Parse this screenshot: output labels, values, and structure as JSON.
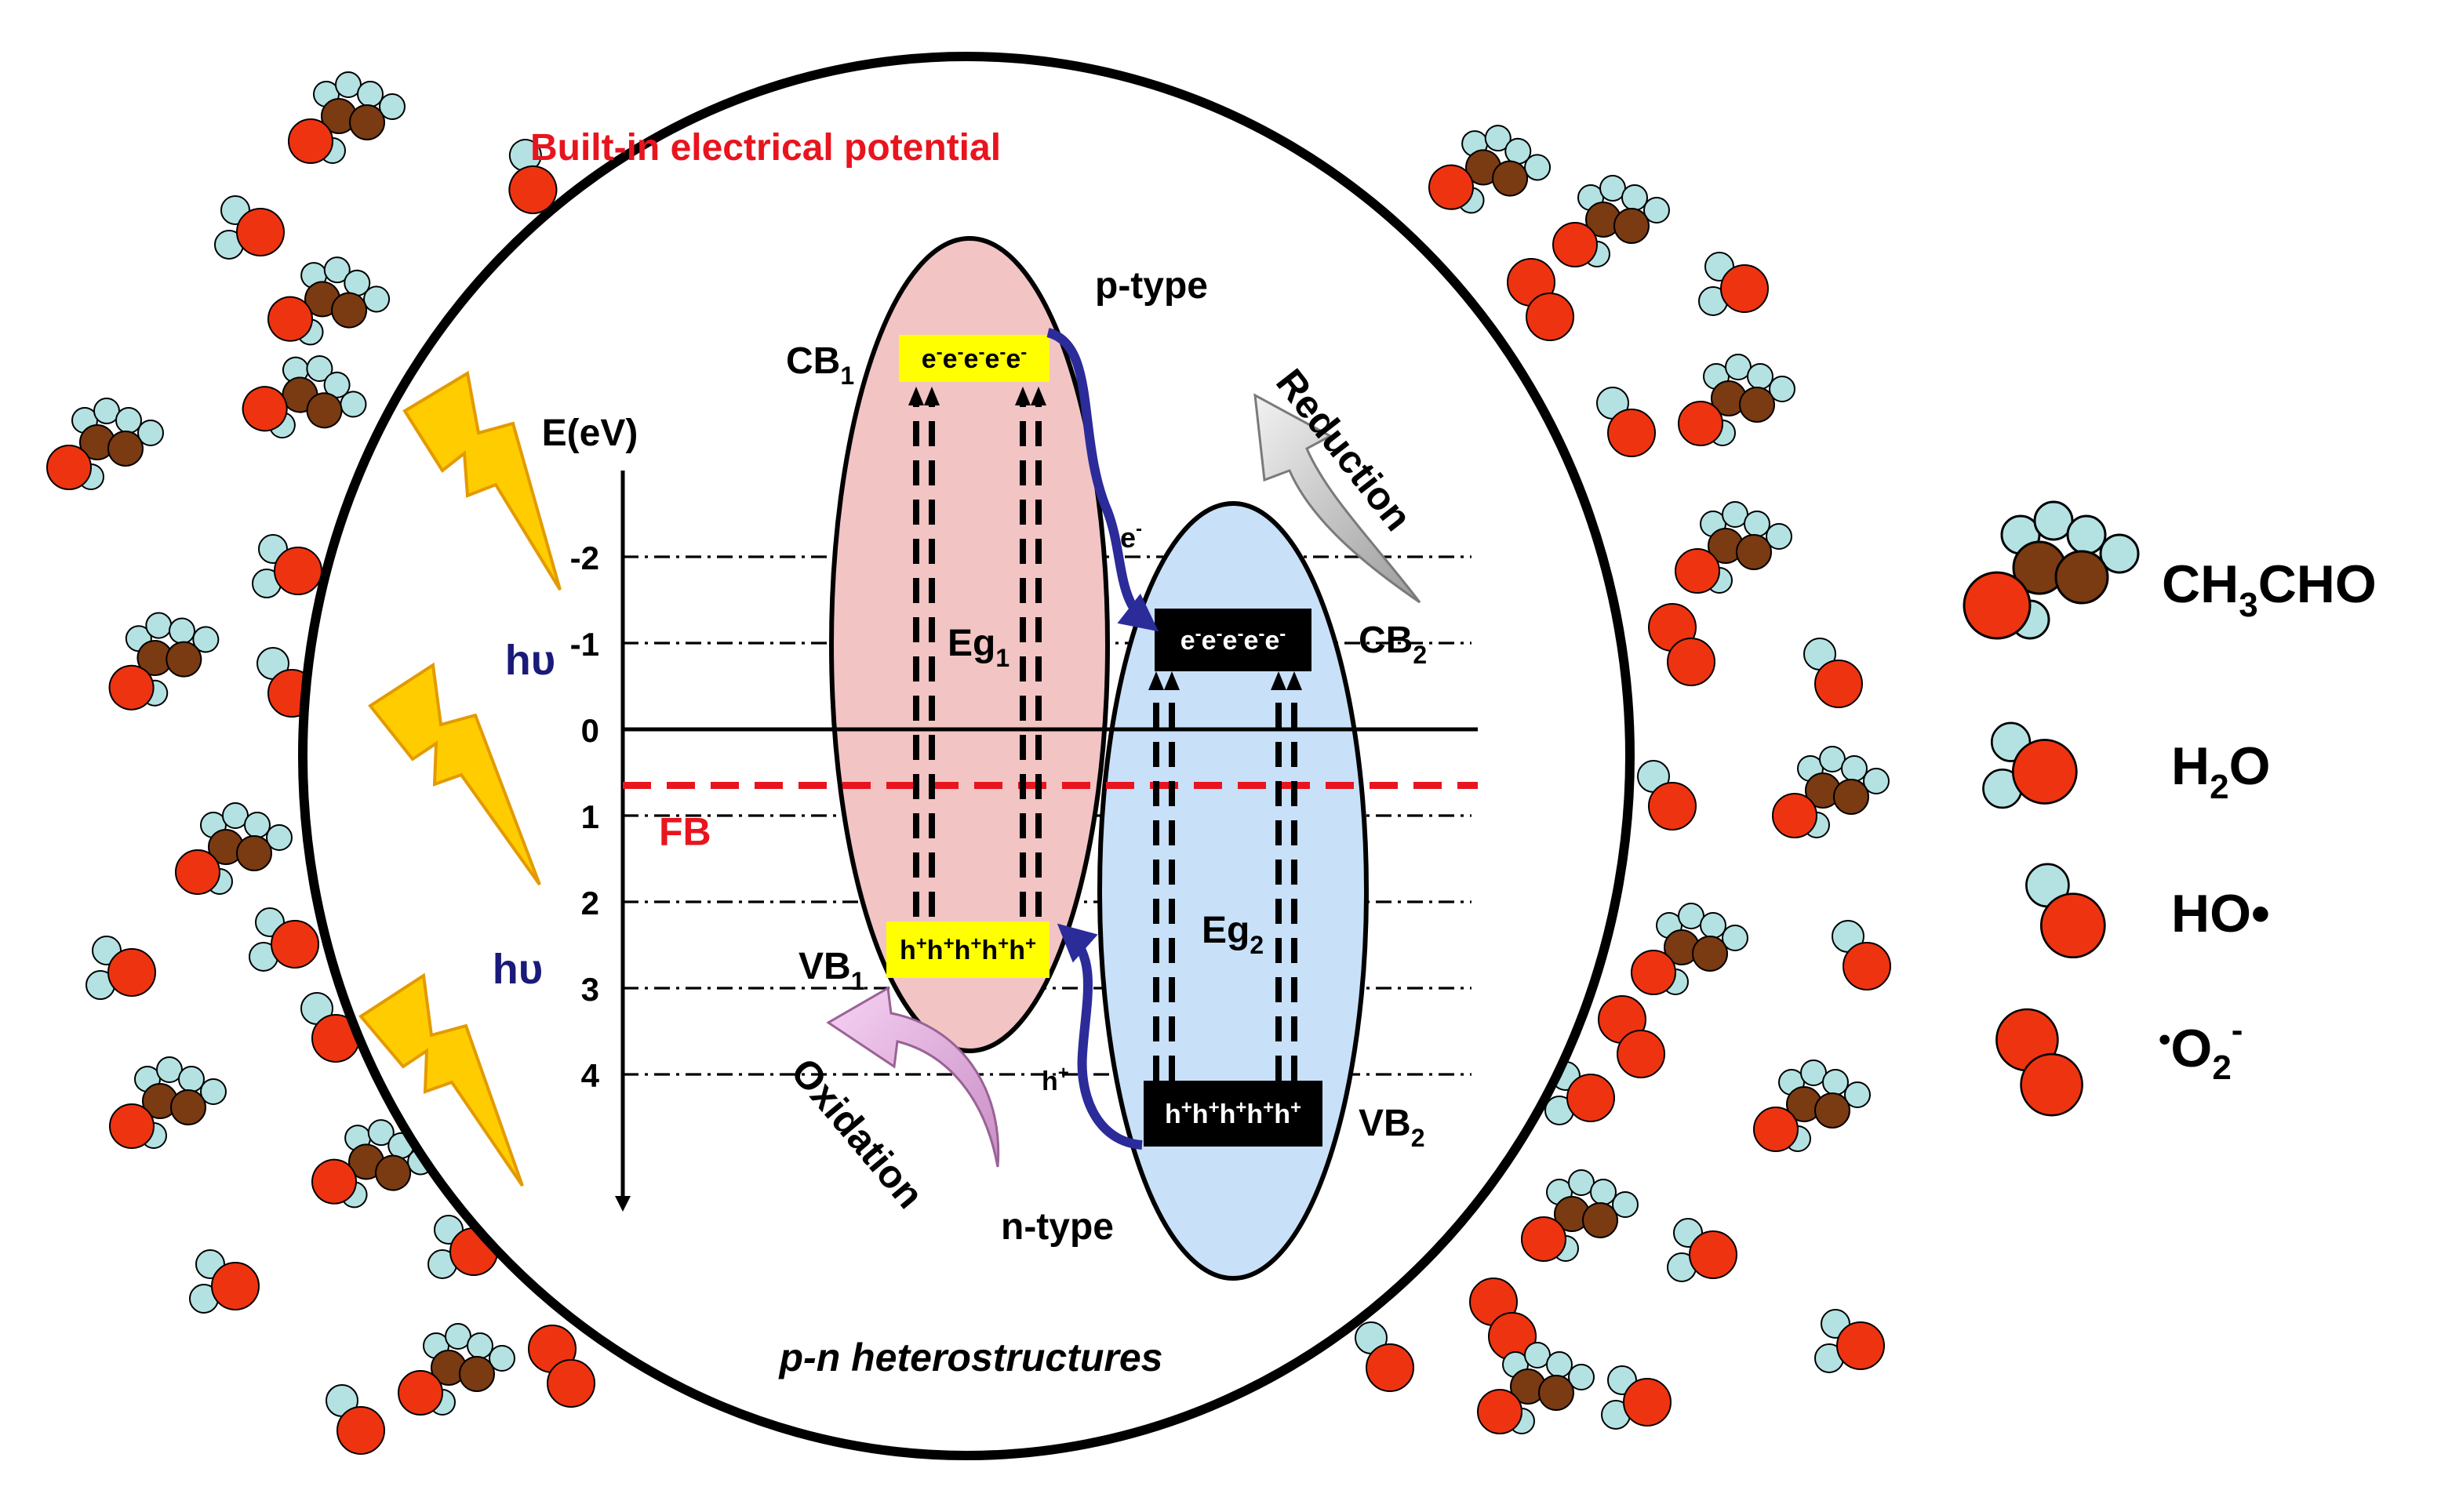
{
  "title": "Built-in electrical potential",
  "footer_label": "p-n heterostructures",
  "axis": {
    "label": "E(eV)",
    "ticks": [
      {
        "label": "-2",
        "value": -2
      },
      {
        "label": "-1",
        "value": -1
      },
      {
        "label": "0",
        "value": 0
      },
      {
        "label": "1",
        "value": 1
      },
      {
        "label": "2",
        "value": 2
      },
      {
        "label": "3",
        "value": 3
      },
      {
        "label": "4",
        "value": 4
      }
    ]
  },
  "fermi_level": {
    "label": "FB",
    "value": 0.65
  },
  "light_labels": [
    "hυ",
    "hυ"
  ],
  "p_type": {
    "label": "p-type",
    "cb_label": "CB",
    "cb_sub": "1",
    "vb_label": "VB",
    "vb_sub": "1",
    "eg_label": "Eg",
    "eg_sub": "1",
    "electrons": "e",
    "holes": "h",
    "cb_level": -4.3,
    "vb_level": 2.5
  },
  "n_type": {
    "label": "n-type",
    "cb_label": "CB",
    "cb_sub": "2",
    "vb_label": "VB",
    "vb_sub": "2",
    "eg_label": "Eg",
    "eg_sub": "2",
    "electrons": "e",
    "holes": "h",
    "cb_level": -1.0,
    "vb_level": 4.4
  },
  "transfer_labels": {
    "electron": "e",
    "hole": "h"
  },
  "reaction_labels": {
    "reduction": "Reduction",
    "oxidation": "Oxidation"
  },
  "legend": [
    {
      "name": "ch3cho",
      "parts": [
        "CH",
        "3",
        "CHO"
      ]
    },
    {
      "name": "h2o",
      "parts": [
        "H",
        "2",
        "O"
      ]
    },
    {
      "name": "ho-radical",
      "parts": [
        "HO•"
      ]
    },
    {
      "name": "superoxide",
      "parts": [
        "•",
        "O",
        "2",
        "-"
      ]
    }
  ],
  "colors": {
    "title_red": "#e8141e",
    "axis_blue": "#1a1a7a",
    "p_fill": "#f2c4c4",
    "n_fill": "#c8e0f8",
    "band_yellow": "#ffff00",
    "band_black": "#000000",
    "transfer_arrow": "#2b2b9a",
    "reduction_arrow": "#c8c8c8",
    "oxidation_arrow": "#e2aede",
    "lightning": "#ffcc00",
    "oxygen": "#ee3311",
    "hydrogen": "#b4e2e2",
    "carbon": "#7a3a12"
  }
}
